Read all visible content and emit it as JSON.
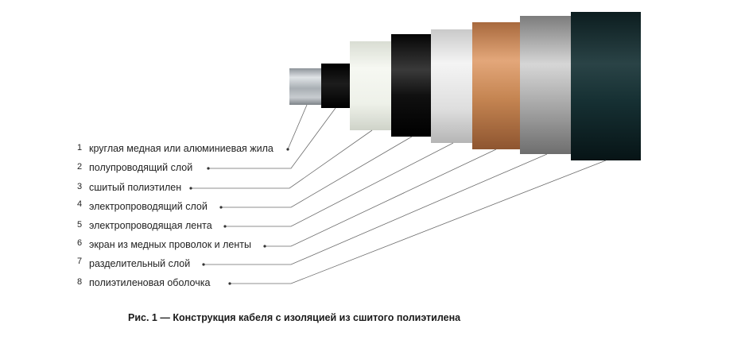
{
  "layers": [
    {
      "number": "1",
      "label": "круглая медная или алюминиевая жила"
    },
    {
      "number": "2",
      "label": "полупроводящий слой"
    },
    {
      "number": "3",
      "label": "сшитый полиэтилен"
    },
    {
      "number": "4",
      "label": "электропроводящий слой"
    },
    {
      "number": "5",
      "label": "электропроводящая лента"
    },
    {
      "number": "6",
      "label": "экран из медных проволок и ленты"
    },
    {
      "number": "7",
      "label": "разделительный слой"
    },
    {
      "number": "8",
      "label": "полиэтиленовая оболочка"
    }
  ],
  "caption": "Рис. 1 — Конструкция кабеля с изоляцией из сшитого полиэтилена",
  "colors": {
    "conductor": "#b9bec3",
    "semiconductive": "#0a0a0a",
    "xlpe": "#eef1e9",
    "conductive_layer": "#141414",
    "conductive_tape": "#e6e6e6",
    "copper_screen": "#c98a5c",
    "separating_layer": "#a3a3a3",
    "sheath": "#12282a",
    "leader_line": "#6b6b6b"
  }
}
